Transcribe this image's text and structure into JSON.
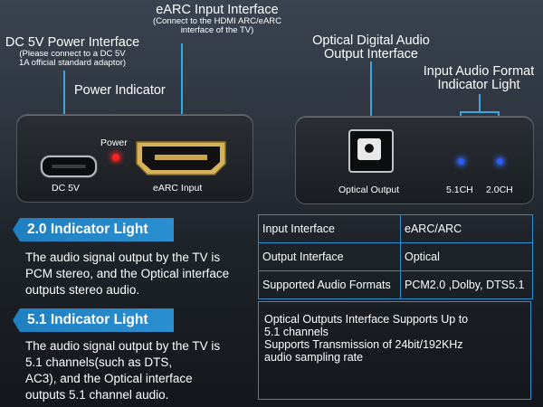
{
  "callouts": {
    "dc_power": {
      "title": "DC 5V Power Interface",
      "sub1": "(Please connect to a DC 5V",
      "sub2": "1A official standard adaptor)"
    },
    "power_indicator": {
      "title": "Power Indicator"
    },
    "earc_input": {
      "title": "eARC Input Interface",
      "sub1": "(Connect to the HDMI ARC/eARC",
      "sub2": "interface of the TV)"
    },
    "optical_output": {
      "title1": "Optical Digital Audio",
      "title2": "Output Interface"
    },
    "format_indicator": {
      "title1": "Input Audio Format",
      "title2": "Indicator Light"
    }
  },
  "device_left": {
    "dc_label": "DC 5V",
    "power_label": "Power",
    "earc_label": "eARC Input"
  },
  "device_right": {
    "optical_label": "Optical Output",
    "led1_label": "5.1CH",
    "led2_label": "2.0CH"
  },
  "colors": {
    "accent": "#38a8e0",
    "badge": "#1f7fc1",
    "power_led": "#ff2020",
    "status_led": "#2a5cff"
  },
  "indicators": [
    {
      "badge": "2.0 Indicator Light",
      "lines": [
        "The audio signal output by the TV is",
        "PCM stereo, and the Optical interface",
        "outputs stereo audio."
      ]
    },
    {
      "badge": "5.1 Indicator Light",
      "lines": [
        "The audio signal output by the TV is",
        "5.1 channels(such as DTS,",
        "AC3), and the Optical interface",
        "outputs 5.1 channel audio."
      ]
    }
  ],
  "spec_table": [
    [
      "Input Interface",
      "eARC/ARC"
    ],
    [
      "Output Interface",
      "Optical"
    ],
    [
      "Supported Audio Formats",
      "PCM2.0 ,Dolby, DTS5.1"
    ]
  ],
  "note_lines": [
    "Optical Outputs Interface Supports Up to",
    "5.1 channels",
    "Supports Transmission of 24bit/192KHz",
    "audio sampling rate"
  ]
}
